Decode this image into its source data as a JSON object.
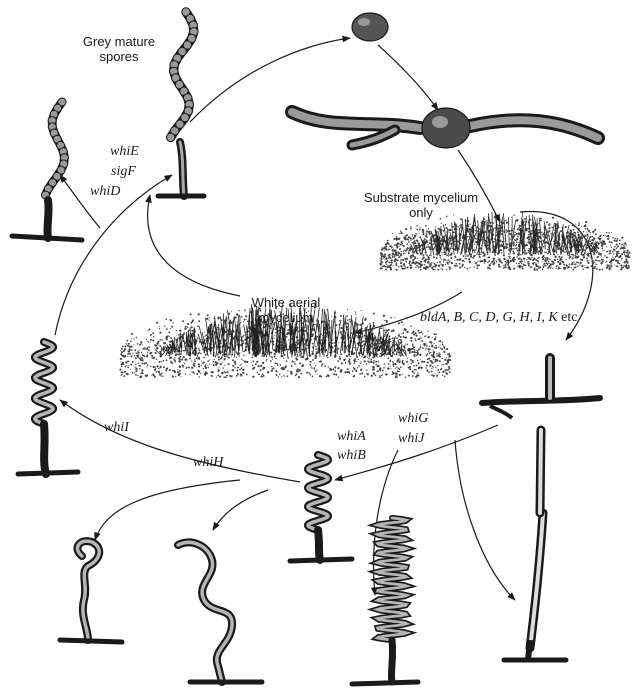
{
  "labels": {
    "grey_spores_line1": "Grey mature",
    "grey_spores_line2": "spores",
    "substrate_line1": "Substrate mycelium",
    "substrate_line2": "only",
    "aerial_line1": "White aerial",
    "aerial_line2": "mycelium"
  },
  "genes": {
    "whiE": "whiE",
    "sigF": "sigF",
    "whiD": "whiD",
    "bld_list": "bldA, B, C, D, G, H, I, K",
    "bld_etc": "etc",
    "whiG": "whiG",
    "whiJ": "whiJ",
    "whiA": "whiA",
    "whiB": "whiB",
    "whiI": "whiI",
    "whiH": "whiH"
  },
  "colors": {
    "ink": "#1a1a1a",
    "stipple": "#444444",
    "background": "#ffffff"
  }
}
